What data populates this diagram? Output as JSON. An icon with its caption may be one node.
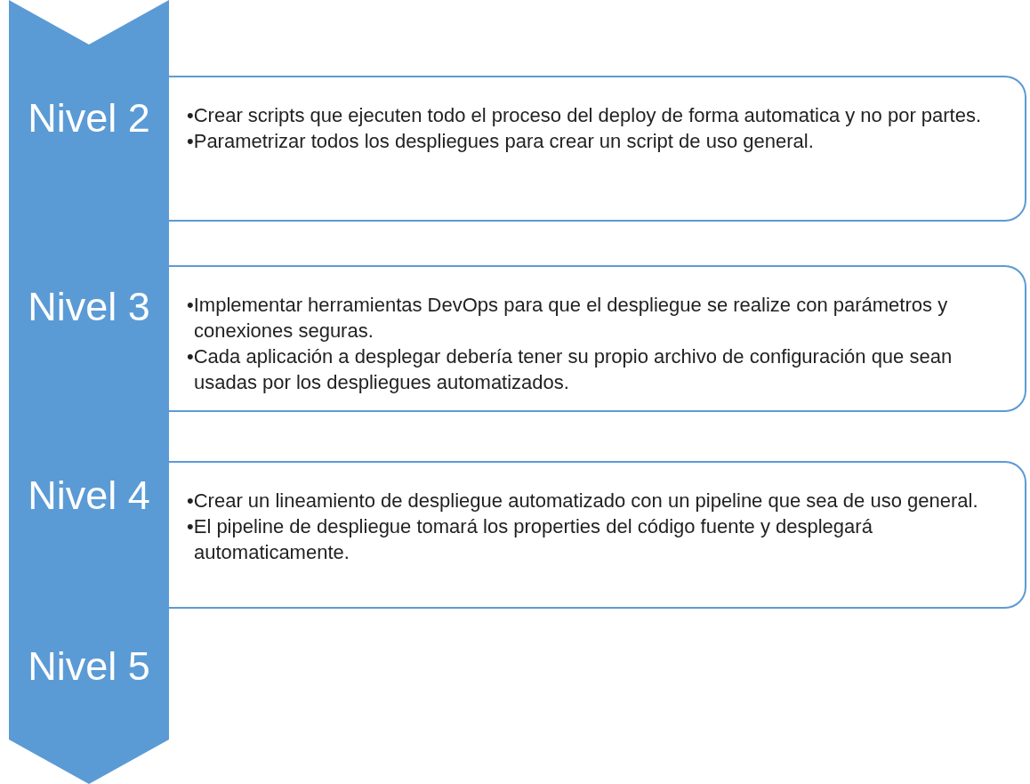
{
  "diagram": {
    "nodes": [
      {
        "text": [
          "Nivel 2"
        ]
      },
      {
        "text": [
          "•Crear scripts que ejecuten todo el proceso del deploy de forma automatica y no por partes.",
          "•Parametrizar todos los despliegues para crear un script de uso general."
        ]
      },
      {
        "text": [
          "Nivel 3"
        ]
      },
      {
        "text": [
          "•Implementar herramientas DevOps para que el despliegue se realize con parámetros y conexiones seguras.",
          "•Cada aplicación a desplegar debería tener su propio archivo de configuración que sean usadas por los despliegues automatizados."
        ]
      },
      {
        "text": [
          "Nivel 4"
        ]
      },
      {
        "text": [
          "•Crear un lineamiento de despliegue automatizado con un pipeline que sea de uso general.",
          "•El pipeline de despliegue tomará los properties del código fuente y desplegará automaticamente."
        ]
      },
      {
        "text": [
          "Nivel 5"
        ]
      }
    ]
  }
}
